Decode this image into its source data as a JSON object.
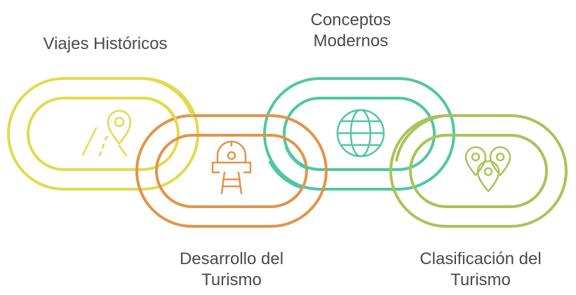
{
  "links": [
    {
      "id": "viajes",
      "label_lines": [
        "Viajes Históricos"
      ],
      "color": "#e4d94e",
      "icon": "map-pin-road-icon"
    },
    {
      "id": "desarrollo",
      "label_lines": [
        "Desarrollo del",
        "Turismo"
      ],
      "color": "#e2944a",
      "icon": "train-station-icon"
    },
    {
      "id": "conceptos",
      "label_lines": [
        "Conceptos",
        "Modernos"
      ],
      "color": "#4fc7a3",
      "icon": "globe-icon"
    },
    {
      "id": "clasificacion",
      "label_lines": [
        "Clasificación del",
        "Turismo"
      ],
      "color": "#a9c35a",
      "icon": "multiple-map-pins-icon"
    }
  ],
  "text_color": "#4a4a4a"
}
